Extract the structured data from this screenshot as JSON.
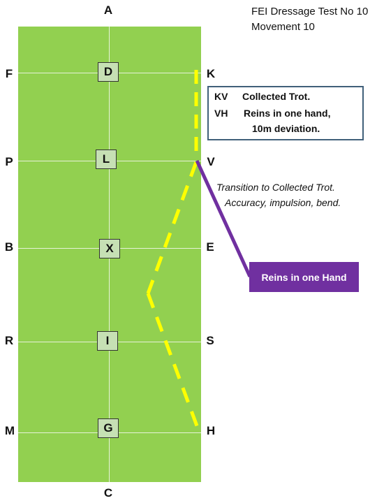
{
  "title": {
    "line1": "FEI Dressage Test No 10",
    "line2": "Movement 10"
  },
  "arena_letters": {
    "top": "A",
    "bottom": "C",
    "left": [
      "F",
      "P",
      "B",
      "R",
      "M"
    ],
    "right": [
      "K",
      "V",
      "E",
      "S",
      "H"
    ],
    "centerline": [
      "D",
      "L",
      "X",
      "I",
      "G"
    ]
  },
  "movement_box": {
    "rows": [
      {
        "code": "KV",
        "text": "Collected Trot."
      },
      {
        "code": "VH",
        "text": "Reins in one hand,"
      },
      {
        "code": "",
        "text": "10m deviation."
      }
    ]
  },
  "transition_note": {
    "line1": "Transition to Collected Trot.",
    "line2": "Accuracy, impulsion, bend."
  },
  "callout": {
    "label": "Reins in one Hand"
  },
  "colors": {
    "arena": "#92d050",
    "path": "#ffff00",
    "callout": "#7030a0",
    "marker_fill": "#c6e0b4",
    "box_border": "#41607a"
  }
}
